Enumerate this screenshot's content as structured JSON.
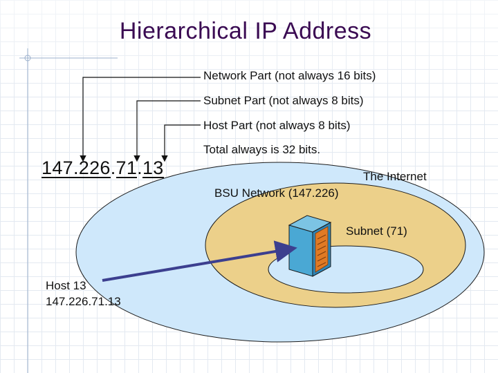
{
  "title": "Hierarchical IP Address",
  "labels": {
    "network_part": "Network Part (not always 16 bits)",
    "subnet_part": "Subnet Part (not always 8 bits)",
    "host_part": "Host Part (not always 8 bits)",
    "total": "Total always is 32 bits.",
    "internet": "The Internet",
    "bsu_network": "BSU Network (147.226)",
    "subnet": "Subnet (71)",
    "host_name": "Host 13",
    "host_ip": "147.226.71.13"
  },
  "ip_address": {
    "network": "147.226",
    "dot1": ".",
    "subnet": "71",
    "dot2": ".",
    "host": "13"
  },
  "colors": {
    "title": "#3a0a52",
    "internet_fill": "#cfe8fb",
    "network_fill": "#ecd08a",
    "subnet_fill": "#cfe8fb",
    "arrow": "#3c3f8f",
    "server_body": "#4aa8d4",
    "server_panel": "#e07a24"
  },
  "icons": {
    "server": "server-icon"
  }
}
